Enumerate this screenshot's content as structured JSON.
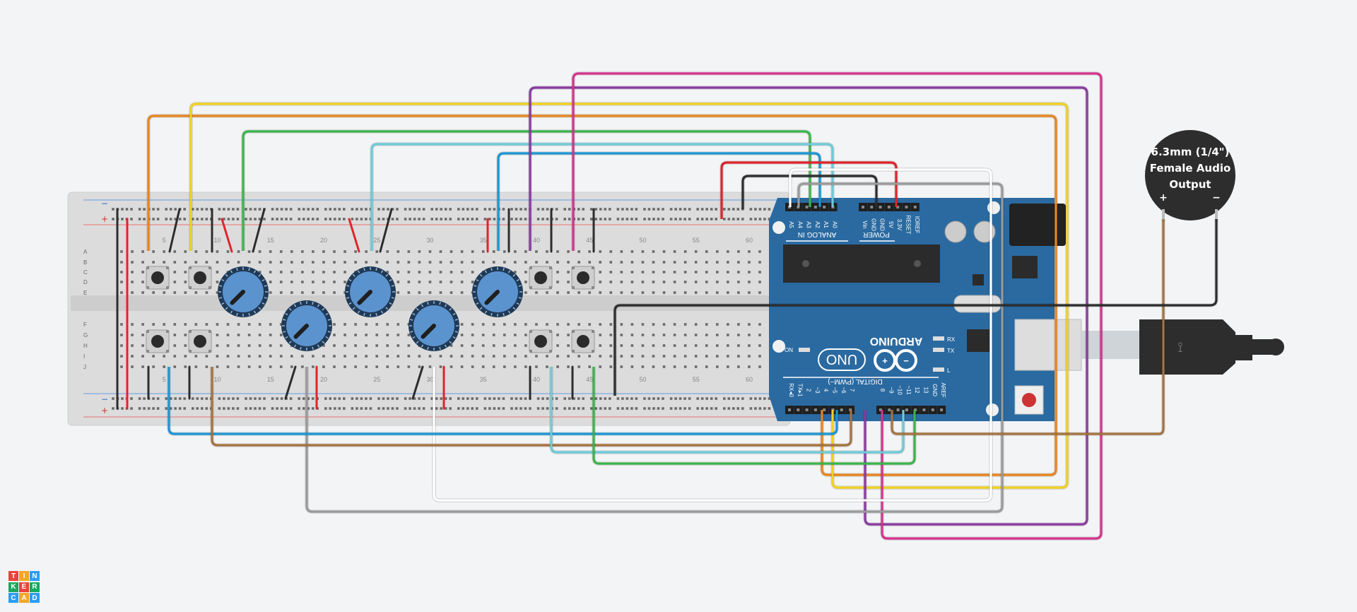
{
  "app": {
    "logo_letters": [
      "T",
      "I",
      "N",
      "K",
      "E",
      "R",
      "C",
      "A",
      "D"
    ],
    "logo_colors": [
      "#e8443b",
      "#f5a623",
      "#2a9df4",
      "#1aa85f",
      "#e8443b",
      "#1aa85f",
      "#2a9df4",
      "#f5a623",
      "#2a9df4"
    ]
  },
  "breadboard": {
    "row_letters_top": [
      "A",
      "B",
      "C",
      "D",
      "E"
    ],
    "row_letters_bottom": [
      "F",
      "G",
      "H",
      "I",
      "J"
    ],
    "column_numbers": [
      "5",
      "10",
      "15",
      "20",
      "25",
      "30",
      "35",
      "40",
      "45",
      "50",
      "55",
      "60"
    ],
    "rail_plus": "+",
    "rail_minus": "−"
  },
  "arduino": {
    "brand": "ARDUINO",
    "model": "UNO",
    "analog_header": "ANALOG IN",
    "analog_pins": [
      "A5",
      "A4",
      "A3",
      "A2",
      "A1",
      "A0"
    ],
    "power_header": "POWER",
    "power_pins": [
      "Vin",
      "GND",
      "GND",
      "5V",
      "3.3V",
      "RESET",
      "IOREF"
    ],
    "digital_header": "DIGITAL (PWM~)",
    "digital_pins": [
      "RX◂0",
      "TX▸1",
      "2",
      "~3",
      "4",
      "~5",
      "~6",
      "7",
      "8",
      "~9",
      "~10",
      "~11",
      "12",
      "13",
      "GND",
      "AREF"
    ],
    "led_labels": [
      "RX",
      "TX",
      "L",
      "ON"
    ]
  },
  "audio_jack": {
    "label": "6.3mm (1/4\")\nFemale Audio\nOutput",
    "plus": "+",
    "minus": "−"
  },
  "colors": {
    "background": "#f3f4f6",
    "breadboard": "#dcdcdc",
    "arduino_board": "#2a6aa1",
    "pot_knob": "#5b93cf",
    "wire_orange": "#e8841e",
    "wire_yellow": "#f0d21e",
    "wire_green": "#3bb54a",
    "wire_cyan": "#6ecbd8",
    "wire_blue": "#1a96d4",
    "wire_purple": "#8a3aa0",
    "wire_magenta": "#d6338c",
    "wire_red": "#e0242a",
    "wire_black": "#2d2d2d",
    "wire_gray": "#9a9a9a",
    "wire_white": "#ffffff",
    "wire_brown": "#a5733e"
  }
}
